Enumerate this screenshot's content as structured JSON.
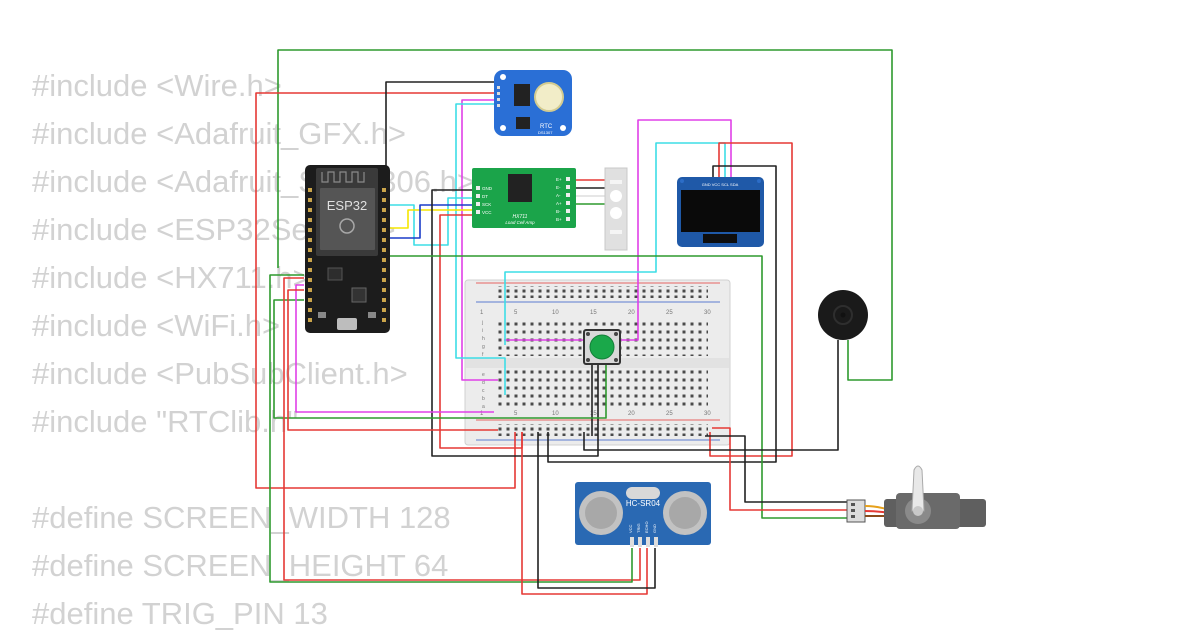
{
  "code": {
    "lines": [
      "#include <Wire.h>",
      "#include <Adafruit_GFX.h>",
      "#include <Adafruit_SSD1306.h>",
      "#include <ESP32Servo.h>",
      "#include <HX711.h>",
      "#include <WiFi.h>",
      "#include <PubSubClient.h>",
      "#include \"RTClib.h\"",
      "",
      "#define SCREEN_WIDTH 128",
      "#define SCREEN_HEIGHT 64",
      "#define TRIG_PIN 13"
    ]
  },
  "components": {
    "esp32": {
      "label": "ESP32"
    },
    "rtc": {
      "label": "RTC",
      "chip": "DS1307"
    },
    "hx711": {
      "title": "HX711",
      "subtitle": "Load Cell Amp",
      "pins_left": [
        "GND",
        "DT",
        "SCK",
        "VCC"
      ],
      "pins_right": [
        "E+",
        "E-",
        "A-",
        "A+",
        "B-",
        "B+"
      ]
    },
    "oled": {
      "pins": "GND VCC SCL SDA"
    },
    "ultrasonic": {
      "label": "HC-SR04",
      "pins": [
        "VCC",
        "TRIG",
        "ECHO",
        "GND"
      ]
    },
    "breadboard": {
      "columns": [
        "1",
        "5",
        "10",
        "15",
        "20",
        "25",
        "30"
      ],
      "rows_top": [
        "j",
        "i",
        "h",
        "g",
        "f"
      ],
      "rows_bottom": [
        "e",
        "d",
        "c",
        "b",
        "a"
      ]
    }
  },
  "colors": {
    "wire_red": "#e53935",
    "wire_black": "#222222",
    "wire_green": "#2e9a2e",
    "wire_cyan": "#3ddde6",
    "wire_magenta": "#e040e8",
    "wire_yellow": "#f5e600",
    "wire_blue": "#1a3cc8",
    "esp_board": "#1c1c1c",
    "hx711_board": "#1ba44a",
    "rtc_board": "#2a6fd6",
    "oled_board": "#1f59a8",
    "sonar_board": "#2a69b3",
    "button_green": "#1aa84a"
  }
}
